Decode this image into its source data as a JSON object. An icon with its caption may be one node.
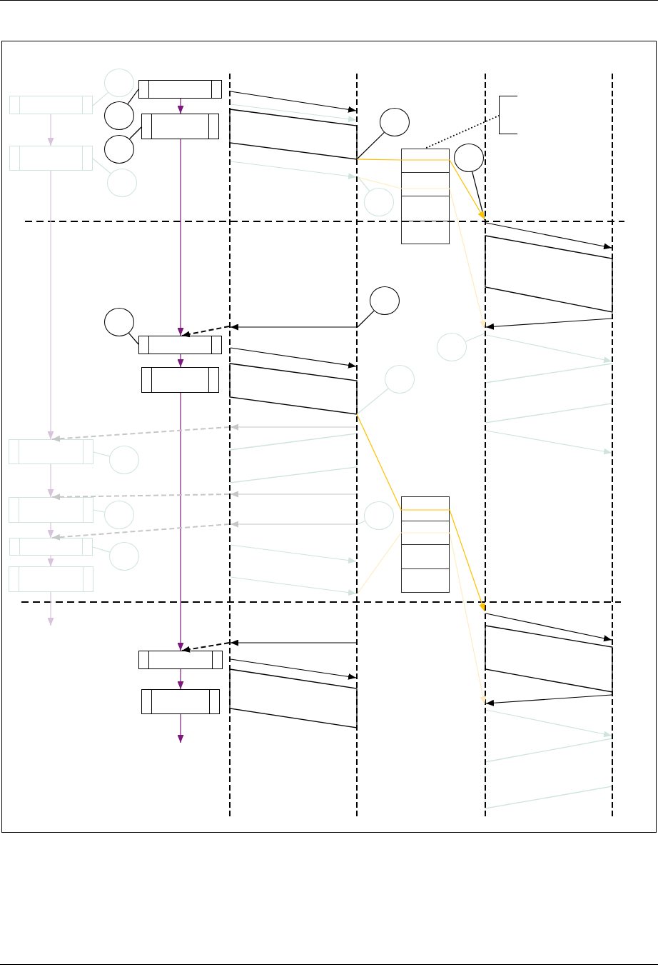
{
  "diagram": {
    "nodes": [
      {
        "text": [],
        "shape": "line"
      },
      {
        "text": [],
        "shape": "line"
      },
      {
        "text": [],
        "shape": "line"
      },
      {
        "text": [],
        "shape": "line"
      },
      {
        "text": [],
        "shape": "circle"
      },
      {
        "text": [],
        "shape": "box"
      },
      {
        "text": [],
        "shape": "box"
      },
      {
        "text": [],
        "shape": "circle"
      },
      {
        "text": [],
        "shape": "box"
      },
      {
        "text": [],
        "shape": "bracket"
      },
      {
        "text": [],
        "shape": "circle"
      },
      {
        "text": [],
        "shape": "parallelogram"
      },
      {
        "text": [],
        "shape": "box"
      },
      {
        "text": [],
        "shape": "circle"
      },
      {
        "text": [],
        "shape": "box"
      },
      {
        "text": [],
        "shape": "box"
      },
      {
        "text": [],
        "shape": "box"
      },
      {
        "text": [],
        "shape": "box"
      },
      {
        "text": [],
        "shape": "circle"
      },
      {
        "text": [],
        "shape": "circle"
      },
      {
        "text": [],
        "shape": "circle"
      },
      {
        "text": [],
        "shape": "parallelogram"
      },
      {
        "text": [],
        "shape": "circle"
      },
      {
        "text": [],
        "shape": "circle"
      },
      {
        "text": [],
        "shape": "box"
      },
      {
        "text": [],
        "shape": "circle"
      },
      {
        "text": [],
        "shape": "parallelogram"
      },
      {
        "text": [],
        "shape": "parallelogram"
      },
      {
        "text": [],
        "shape": "circle"
      },
      {
        "text": [],
        "shape": "box"
      },
      {
        "text": [],
        "shape": "box"
      },
      {
        "text": [],
        "shape": "parallelogram"
      },
      {
        "text": [],
        "shape": "circle"
      },
      {
        "text": [],
        "shape": "box"
      },
      {
        "text": [],
        "shape": "box"
      },
      {
        "text": [],
        "shape": "box"
      },
      {
        "text": [],
        "shape": "box"
      },
      {
        "text": [],
        "shape": "box"
      },
      {
        "text": [],
        "shape": "circle"
      },
      {
        "text": [],
        "shape": "circle"
      },
      {
        "text": [],
        "shape": "box"
      },
      {
        "text": [],
        "shape": "circle"
      },
      {
        "text": [],
        "shape": "box"
      },
      {
        "text": [],
        "shape": "parallelogram"
      },
      {
        "text": [],
        "shape": "box"
      },
      {
        "text": [],
        "shape": "parallelogram"
      },
      {
        "text": [],
        "shape": "box"
      },
      {
        "text": [],
        "shape": "parallelogram"
      }
    ],
    "edges": [
      {
        "from": 5,
        "to": 8,
        "arrow": "to",
        "color": "#7b1a7b"
      },
      {
        "from": 8,
        "to": 24,
        "arrow": "to",
        "color": "#7b1a7b"
      },
      {
        "from": 24,
        "to": 29,
        "arrow": "to",
        "color": "#7b1a7b"
      },
      {
        "from": 29,
        "to": 44,
        "arrow": "to",
        "color": "#7b1a7b"
      },
      {
        "from": 44,
        "to": 46,
        "arrow": "to",
        "color": "#7b1a7b"
      },
      {
        "from": 46,
        "to": null,
        "arrow": "to",
        "color": "#7b1a7b"
      },
      {
        "from": 6,
        "to": 12,
        "arrow": "to",
        "color": "#d7c3dc"
      },
      {
        "from": 12,
        "to": 30,
        "arrow": "to",
        "color": "#d7c3dc"
      },
      {
        "from": 30,
        "to": 37,
        "arrow": "to",
        "color": "#d7c3dc"
      },
      {
        "from": 37,
        "to": 40,
        "arrow": "to",
        "color": "#d7c3dc"
      },
      {
        "from": 40,
        "to": 42,
        "arrow": "to",
        "color": "#d7c3dc"
      },
      {
        "from": 42,
        "to": null,
        "arrow": "to",
        "color": "#d7c3dc"
      },
      {
        "from": 7,
        "to": 5,
        "arrow": "none"
      },
      {
        "from": 13,
        "to": 8,
        "arrow": "none"
      },
      {
        "from": 23,
        "to": 24,
        "arrow": "none"
      },
      {
        "from": 4,
        "to": 6,
        "arrow": "none",
        "color": "#cfe4df"
      },
      {
        "from": 19,
        "to": 12,
        "arrow": "none",
        "color": "#cfe4df"
      },
      {
        "from": 32,
        "to": 30,
        "arrow": "none",
        "color": "#cfe4df"
      },
      {
        "from": 38,
        "to": 37,
        "arrow": "none",
        "color": "#cfe4df"
      },
      {
        "from": 41,
        "to": 40,
        "arrow": "none",
        "color": "#cfe4df"
      },
      {
        "from": 10,
        "to": 11,
        "arrow": "none"
      },
      {
        "from": 18,
        "to": 2,
        "arrow": "none"
      },
      {
        "from": 20,
        "to": 1,
        "arrow": "none",
        "color": "#cfe4df"
      },
      {
        "from": 22,
        "to": 1,
        "arrow": "none"
      },
      {
        "from": 25,
        "to": 2,
        "arrow": "none",
        "color": "#cfe4df"
      },
      {
        "from": 28,
        "to": 27,
        "arrow": "none",
        "color": "#cfe4df"
      },
      {
        "from": 39,
        "to": 1,
        "arrow": "none",
        "color": "#cfe4df"
      },
      {
        "from": 9,
        "to": 14,
        "arrow": "none",
        "style": "dashed"
      },
      {
        "from": 11,
        "to": 14,
        "arrow": "none",
        "color": "#ffc000"
      },
      {
        "from": 14,
        "to": 2,
        "arrow": "to",
        "color": "#ffc000"
      },
      {
        "from": 1,
        "to": 15,
        "arrow": "none",
        "color": "#ffecc2"
      },
      {
        "from": 15,
        "to": 2,
        "arrow": "to",
        "color": "#ffecc2"
      },
      {
        "from": 27,
        "to": 33,
        "arrow": "none",
        "color": "#ffc000"
      },
      {
        "from": 33,
        "to": 2,
        "arrow": "to",
        "color": "#ffc000"
      },
      {
        "from": 1,
        "to": 34,
        "arrow": "none",
        "color": "#ffecc2"
      },
      {
        "from": 34,
        "to": 2,
        "arrow": "to",
        "color": "#ffecc2"
      },
      {
        "from": 0,
        "to": 1,
        "arrow": "to"
      },
      {
        "from": 0,
        "to": 1,
        "arrow": "to",
        "color": "#cfe4df"
      },
      {
        "from": 0,
        "to": 1,
        "arrow": "to",
        "color": "#cfe4df"
      },
      {
        "from": 2,
        "to": 3,
        "arrow": "to"
      },
      {
        "from": 3,
        "to": 2,
        "arrow": "to"
      },
      {
        "from": 1,
        "to": 0,
        "arrow": "to"
      },
      {
        "from": 0,
        "to": 24,
        "arrow": "to",
        "style": "dashed"
      },
      {
        "from": 2,
        "to": 3,
        "arrow": "to",
        "color": "#cfe4df"
      },
      {
        "from": 0,
        "to": 1,
        "arrow": "to"
      },
      {
        "from": 1,
        "to": 0,
        "arrow": "to",
        "color": "#c6c6c6"
      },
      {
        "from": 0,
        "to": 30,
        "arrow": "to",
        "style": "dashed",
        "color": "#c6c6c6"
      },
      {
        "from": 2,
        "to": 3,
        "arrow": "to",
        "color": "#cfe4df"
      },
      {
        "from": 1,
        "to": 0,
        "arrow": "to",
        "color": "#c6c6c6"
      },
      {
        "from": 0,
        "to": 37,
        "arrow": "to",
        "style": "dashed",
        "color": "#c6c6c6"
      },
      {
        "from": 1,
        "to": 0,
        "arrow": "to",
        "color": "#c6c6c6"
      },
      {
        "from": 0,
        "to": 40,
        "arrow": "to",
        "style": "dashed",
        "color": "#c6c6c6"
      },
      {
        "from": 0,
        "to": 1,
        "arrow": "to",
        "color": "#cfe4df"
      },
      {
        "from": 0,
        "to": 1,
        "arrow": "to",
        "color": "#cfe4df"
      },
      {
        "from": 1,
        "to": 0,
        "arrow": "to"
      },
      {
        "from": 0,
        "to": 44,
        "arrow": "to",
        "style": "dashed"
      },
      {
        "from": 0,
        "to": 1,
        "arrow": "to"
      },
      {
        "from": 2,
        "to": 3,
        "arrow": "to"
      },
      {
        "from": 3,
        "to": 2,
        "arrow": "to"
      },
      {
        "from": 2,
        "to": 3,
        "arrow": "to",
        "color": "#cfe4df"
      }
    ]
  }
}
